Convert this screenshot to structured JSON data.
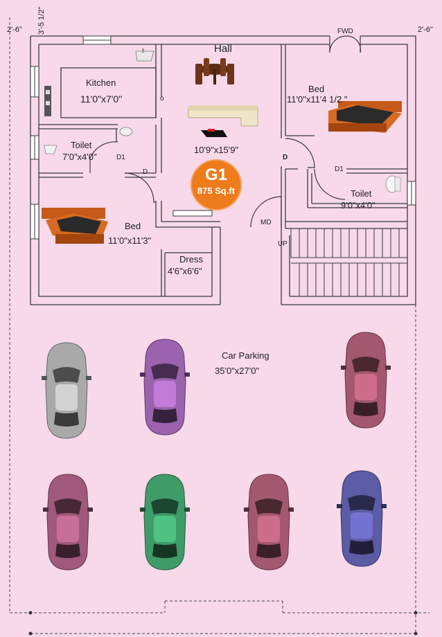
{
  "dimensions": {
    "top_left_setback": "2'-6\"",
    "top_right_setback": "2'-6\"",
    "left_vertical": "3'-5 1/2\""
  },
  "door_labels": {
    "front": "FWD",
    "main_door": "MD",
    "stairs_up": "UP",
    "kitchen_door": "o",
    "toilet1_door": "D1",
    "toilet2_door": "D1",
    "bed1_door": "D",
    "bed2_door": "D"
  },
  "rooms": {
    "kitchen": {
      "name": "Kitchen",
      "size": "11'0\"x7'0\""
    },
    "hall": {
      "name": "Hall",
      "size": "10'9\"x15'9\""
    },
    "bed_top_right": {
      "name": "Bed",
      "size": "11'0\"x11'4 1/2 \""
    },
    "toilet_left": {
      "name": "Toilet",
      "size": "7'0\"x4'0\""
    },
    "toilet_right": {
      "name": "Toilet",
      "size": "9'0\"x4'0\""
    },
    "bed_bottom_left": {
      "name": "Bed",
      "size": "11'0\"x11'3\""
    },
    "dress": {
      "name": "Dress",
      "size": "4'6\"x6'6\""
    },
    "car_parking": {
      "name": "Car Parking",
      "size": "35'0\"x27'0\""
    }
  },
  "badge": {
    "code": "G1",
    "area": "875 Sq.ft",
    "color": "#ee7b1c"
  },
  "cars": [
    {
      "color": "#a9a9a9"
    },
    {
      "color": "#9b62ad"
    },
    {
      "color": "#a3586f"
    },
    {
      "color": "#a0597a"
    },
    {
      "color": "#3f9b68"
    },
    {
      "color": "#a3586f"
    },
    {
      "color": "#5b5ba6"
    }
  ],
  "colors": {
    "background": "#f7d9ea",
    "wall": "#3a3a3a"
  }
}
